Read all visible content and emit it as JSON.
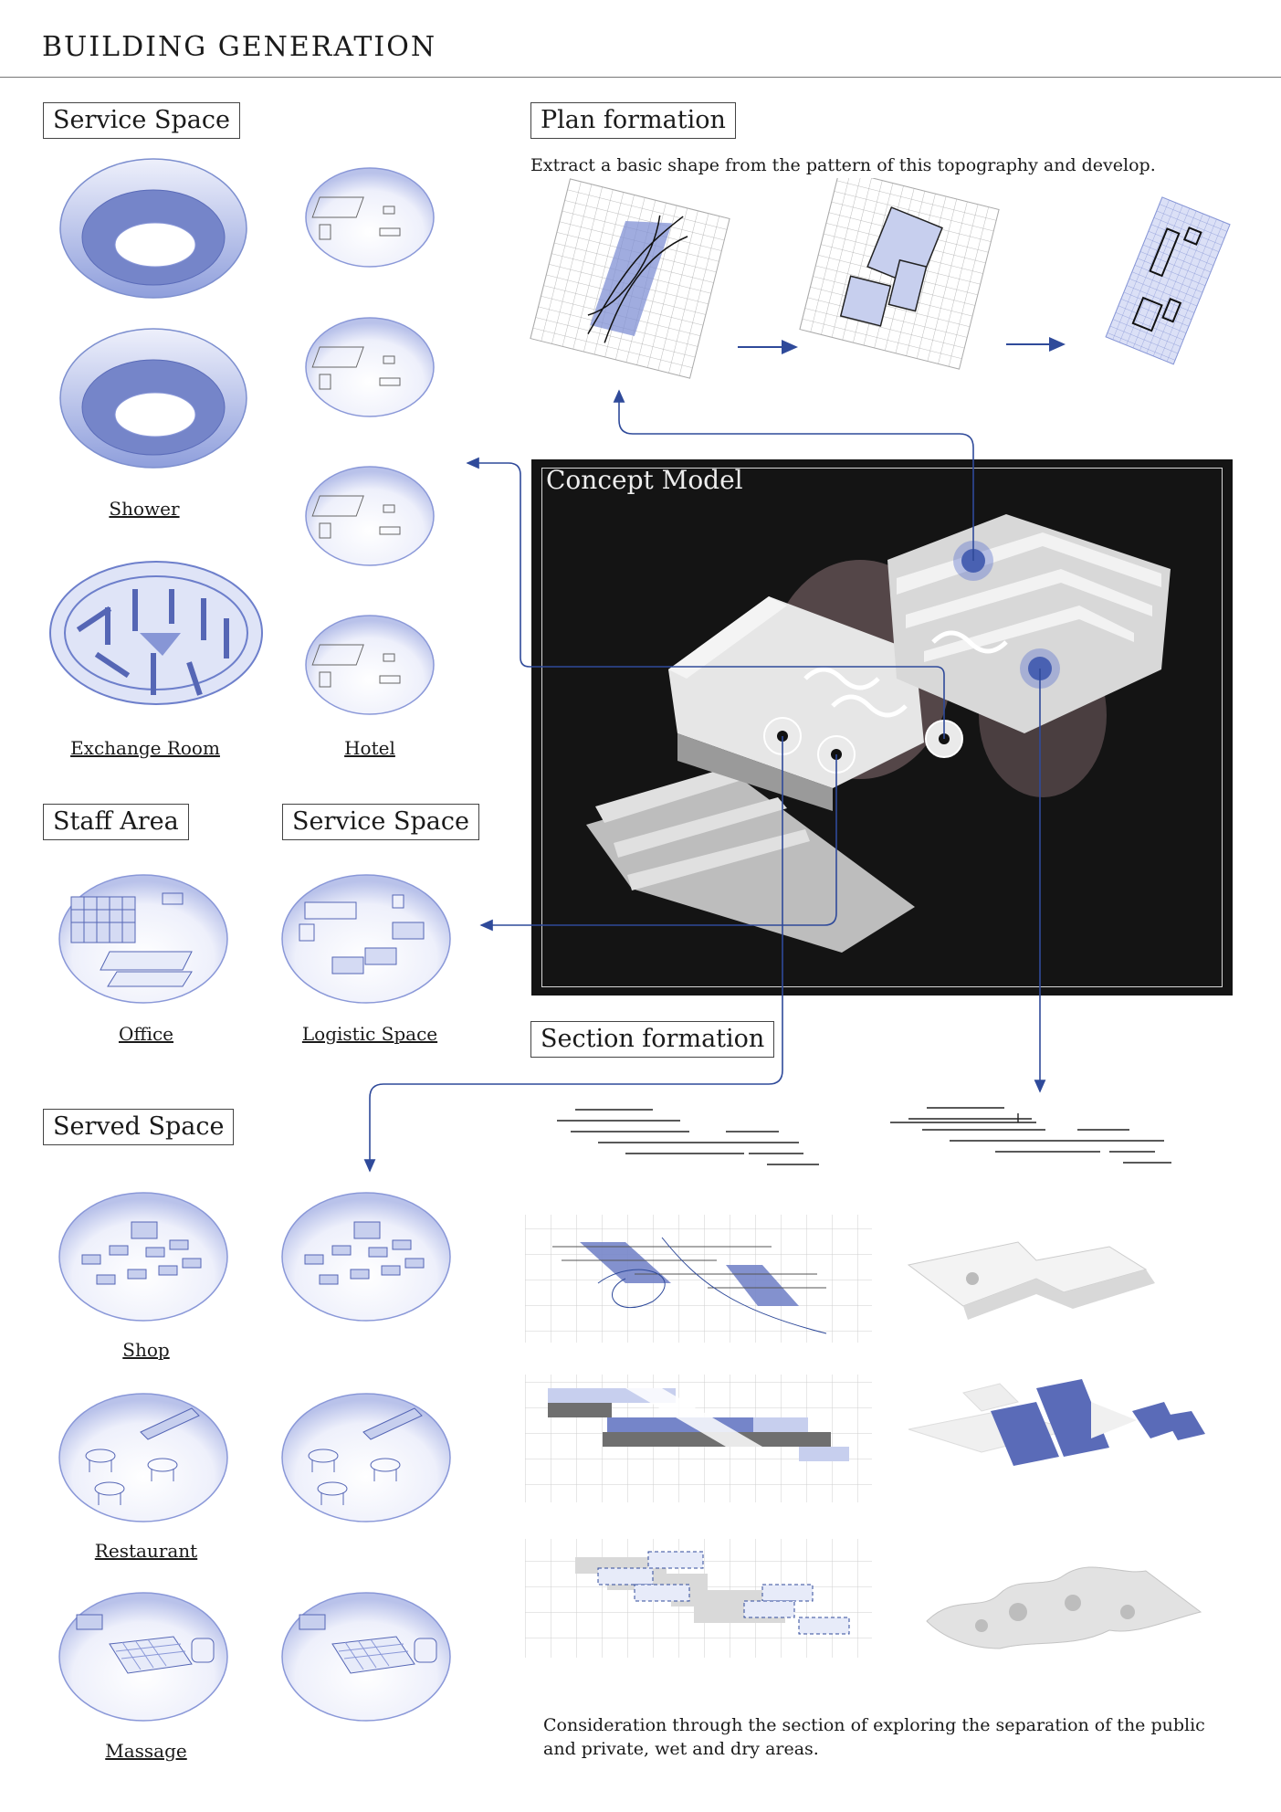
{
  "page": {
    "title": "BUILDING GENERATION"
  },
  "left_column": {
    "service_space_top": {
      "label": "Service Space",
      "captions": {
        "shower": "Shower",
        "exchange_room": "Exchange Room",
        "hotel": "Hotel"
      }
    },
    "staff_area": {
      "label": "Staff Area",
      "caption": "Office"
    },
    "service_space_mid": {
      "label": "Service Space",
      "caption": "Logistic Space"
    },
    "served_space": {
      "label": "Served Space",
      "captions": {
        "shop": "Shop",
        "restaurant": "Restaurant",
        "massage": "Massage"
      }
    }
  },
  "plan_formation": {
    "label": "Plan formation",
    "description": "Extract a basic shape from the pattern of this topography and develop."
  },
  "concept_model": {
    "title": "Concept Model"
  },
  "section_formation": {
    "label": "Section formation",
    "description_line1": "Consideration through the section of exploring the separation of the public",
    "description_line2": "and private, wet and dry areas."
  },
  "colors": {
    "accent": "#2f4a9a",
    "accent_light": "#7d8fcf",
    "fill_light": "#c7cfee",
    "photo_bg": "#141414",
    "gray": "#8a8a8a"
  }
}
